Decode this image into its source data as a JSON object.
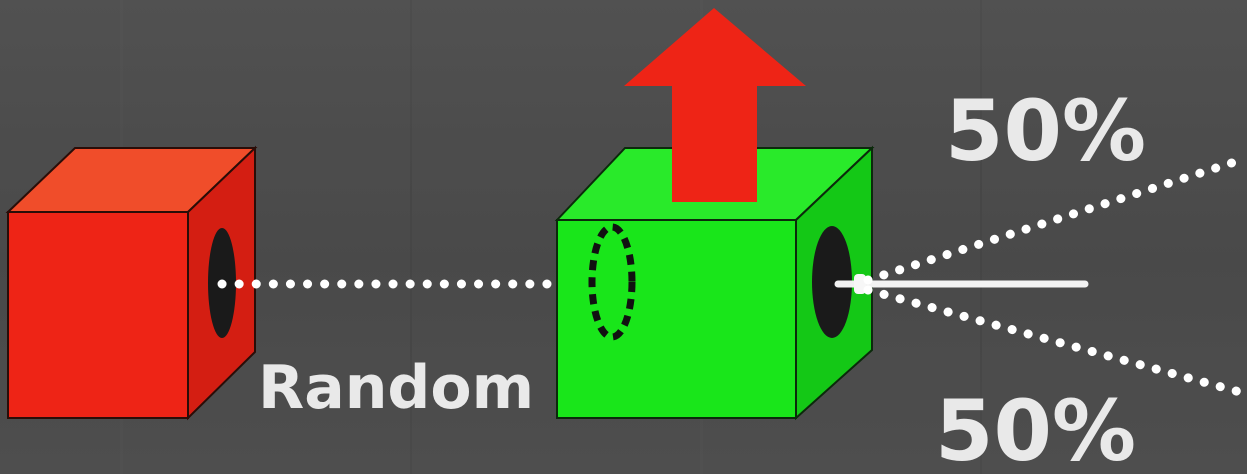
{
  "labels": {
    "random": "Random",
    "upper_percent": "50%",
    "lower_percent": "50%"
  },
  "colors": {
    "background": "#4a4a4a",
    "red_cube_front": "#ee2416",
    "red_cube_top": "#f04d2a",
    "red_cube_side": "#d41e12",
    "green_cube_front": "#19e61a",
    "green_cube_top": "#29ea2a",
    "green_cube_side": "#14c816",
    "arrow": "#ee2416",
    "beam": "#ffffff",
    "aperture": "#1a1a1a",
    "text": "#e9e9e9"
  },
  "icons": {
    "source_cube": "red-cube-icon",
    "polarizer_cube": "green-cube-icon",
    "axis_arrow": "up-arrow-icon"
  }
}
